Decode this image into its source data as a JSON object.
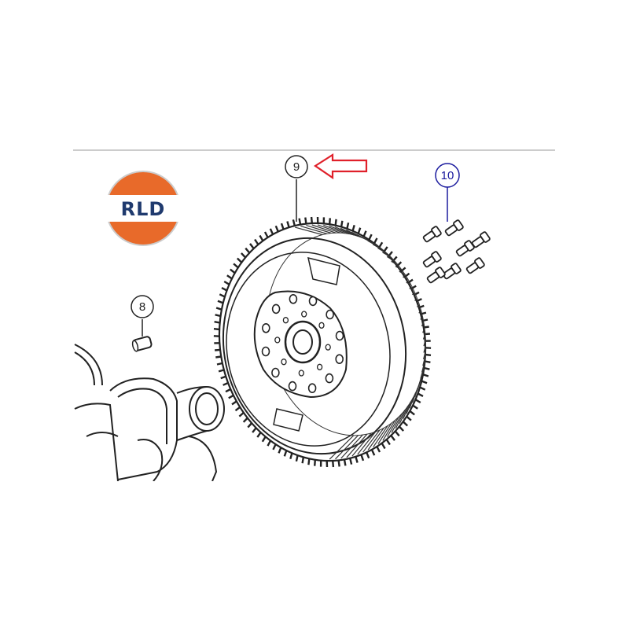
{
  "logo": {
    "text": "RLD",
    "colors": {
      "top": "#e86a2a",
      "bottom": "#e86a2a",
      "band": "#ffffff",
      "text": "#1f3a6e"
    }
  },
  "callouts": [
    {
      "id": "8",
      "label": "8",
      "color": "#222222",
      "part": "dowel-pin"
    },
    {
      "id": "9",
      "label": "9",
      "color": "#222222",
      "part": "flywheel"
    },
    {
      "id": "10",
      "label": "10",
      "color": "#1a1a9e",
      "part": "bolts"
    }
  ],
  "highlight_arrow": {
    "color": "#e0202a",
    "points_to": "9"
  },
  "colors": {
    "line": "#222222",
    "rule": "#9a9a9a",
    "background": "#ffffff"
  }
}
